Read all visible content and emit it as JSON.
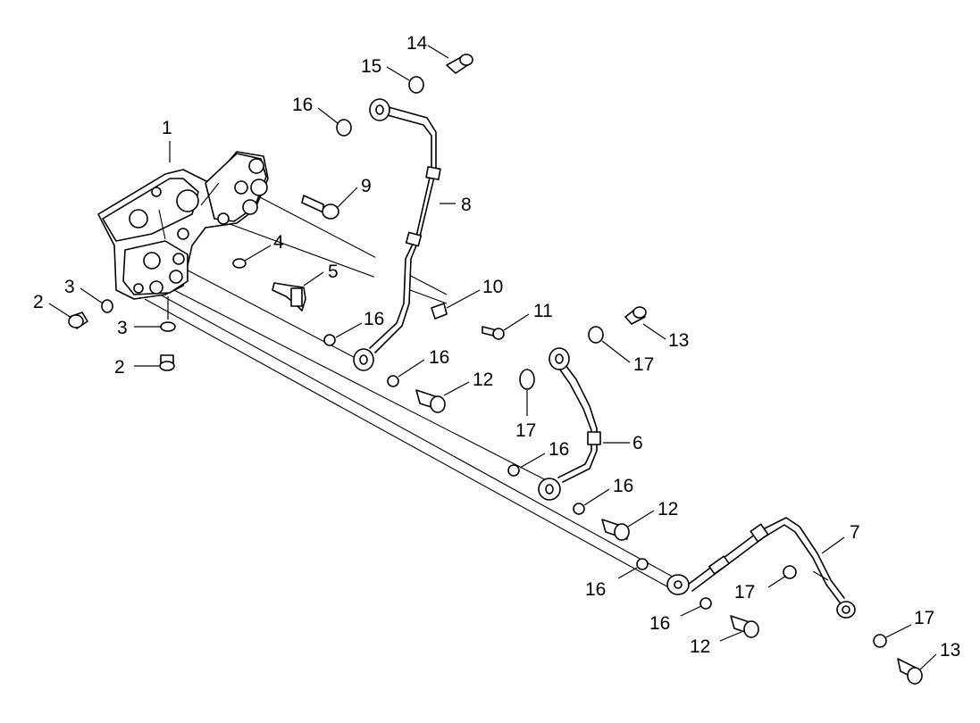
{
  "diagram": {
    "callouts": [
      "1",
      "2",
      "2",
      "3",
      "3",
      "4",
      "5",
      "6",
      "7",
      "8",
      "9",
      "10",
      "11",
      "12",
      "12",
      "12",
      "13",
      "13",
      "14",
      "15",
      "16",
      "16",
      "16",
      "16",
      "16",
      "16",
      "16",
      "17",
      "17",
      "17",
      "17"
    ]
  }
}
